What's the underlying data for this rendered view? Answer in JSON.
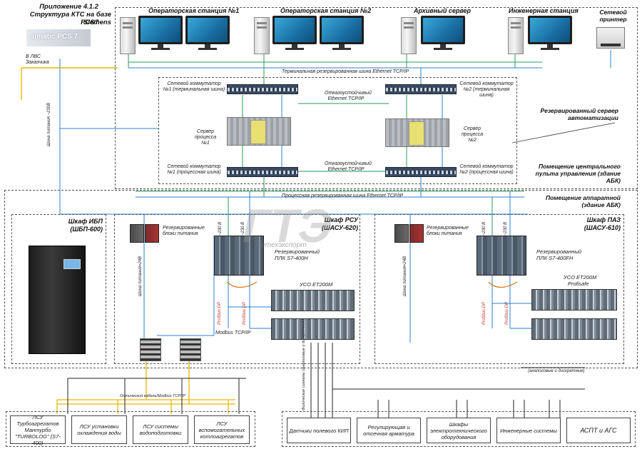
{
  "header": {
    "title_line1": "Приложение 4.1.2",
    "title_line2": "Структура КТС на базе Siemens",
    "title_line3": "PCS7",
    "logo_text": "simatic PCS 7",
    "lan_label": "В ЛВС Заказчика",
    "power_label": "Шина питания ~230В"
  },
  "workstations": [
    {
      "title": "Операторская станция №1"
    },
    {
      "title": "Операторская станция №2"
    },
    {
      "title": "Архивный сервер"
    },
    {
      "title": "Инженерная станция"
    }
  ],
  "printer": {
    "label": "Сетевой принтер"
  },
  "buses": {
    "terminal": "Терминальная резервированная шина Ethernet TCP/IP",
    "process": "Процессная резервированная шина Ethernet TCP/IP",
    "failsafe_1": "Отказоустойчивый Ethernet TCP/IP",
    "failsafe_2": "Отказоустойчивый Ethernet TCP/IP",
    "modbus": "Modbus TCP/IP",
    "optical": "Оптический кабель/Modbus TCP/IP"
  },
  "server_room": {
    "switch_t1": "Сетевой коммутатор №1 (терминальная шина)",
    "switch_t2": "Сетевой коммутатор №2 (терминальная шина)",
    "server_1": "Сервер процесса №1",
    "server_2": "Сервер процесса №2",
    "switch_p1": "Сетевой коммутатор №1 (процессная шина)",
    "switch_p2": "Сетевой коммутатор №2 (процессная шина)",
    "redundant_server": "Резервированный сервер автоматизации"
  },
  "rooms": {
    "central_control": "Помещение центрального пульта управления (здание АБК)",
    "hardware_room": "Помещение аппаратной (здание АБК)"
  },
  "cabinets": {
    "ups": {
      "title": "Шкаф ИБП (ШБП-600)"
    },
    "rsu": {
      "title": "Шкаф РСУ (ШАСУ-620)",
      "psu": "Резервированные блоки питания",
      "plc": "Резервированный ПЛК S7-400H",
      "io": "УСО ET200M",
      "power_24": "Шина питания=24В",
      "v230a": "~230 В",
      "v230b": "~230 В",
      "profibus_a": "Profibus DP",
      "profibus_b": "Profibus DP"
    },
    "paz": {
      "title": "Шкаф ПАЗ (ШАСУ-610)",
      "psu": "Резервированные блоки питания",
      "plc": "Резервированный ПЛК S7-400FH",
      "io_line1": "УСО ET200M",
      "io_line2": "Profisafe",
      "power_24": "Шина питания=24В",
      "v230a": "~230 В",
      "v230b": "~230 В",
      "profibus_a": "Profibus DP",
      "profibus_b": "Profibus DP",
      "signals": "(аналоговые и дискретные)"
    }
  },
  "bottom_left": [
    "ЛСУ Турбоагрегатов Мантурбо \"TURBOLOG\" (S7-400)",
    "ЛСУ установки охлаждения воды",
    "ЛСУ системы водоподготовки",
    "ЛСУ вспомогательных котлоагрегатов"
  ],
  "bottom_right": [
    "Датчики полевого КИП",
    "Регулирующая и отсечная арматура",
    "Шкафы электротехнического оборудования",
    "Инженерные системы",
    "АСПТ и АГС"
  ],
  "field_signals": "Физические сигналы (аналоговые и дискретные)",
  "watermark": {
    "main": "ГТЭ",
    "sub": "тетехэкспорт"
  }
}
